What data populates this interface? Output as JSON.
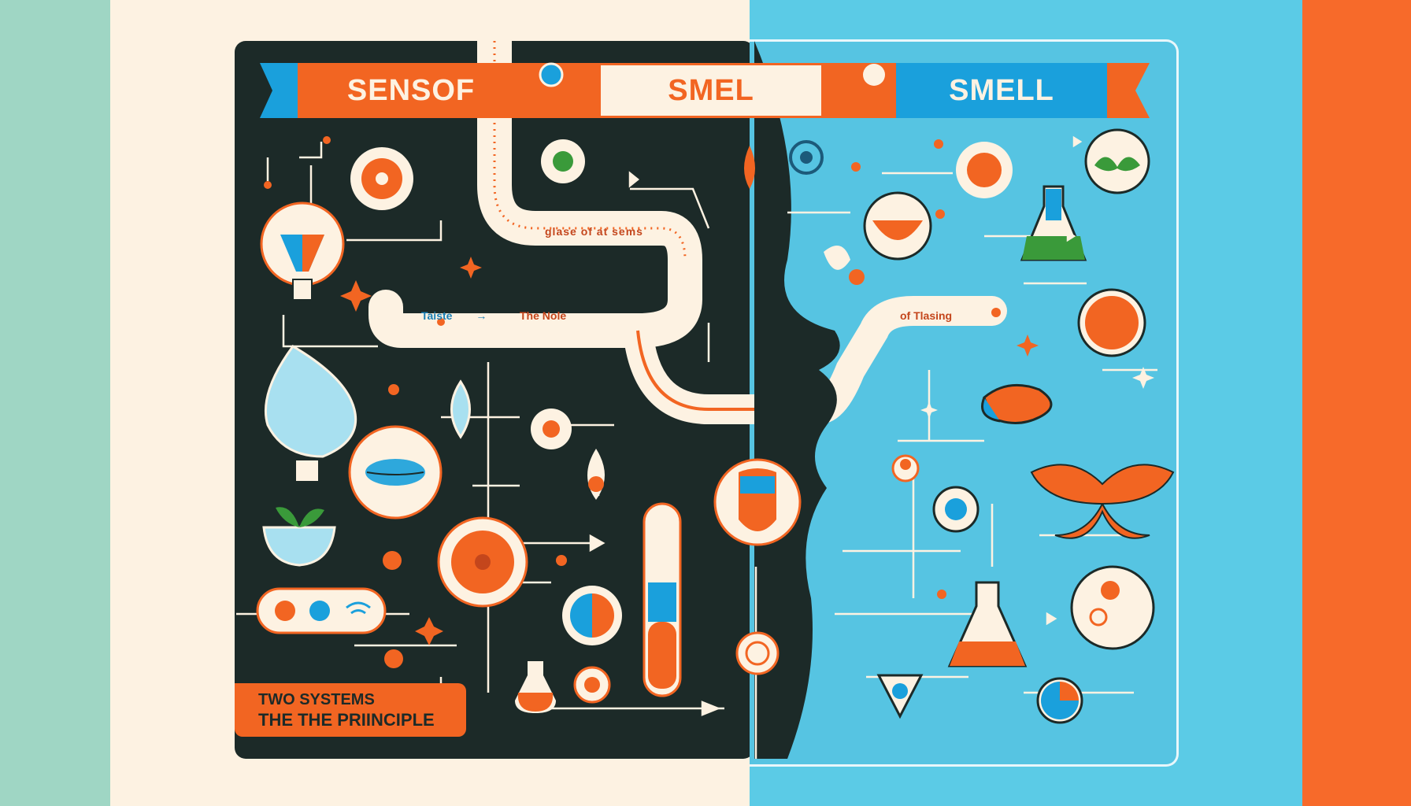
{
  "banners": {
    "left": "SENSOF",
    "middle": "SMEL",
    "right": "SMELL"
  },
  "labels": {
    "top_pill": "glase of at sems",
    "taste": "Taiste",
    "arrow_glyph": "→",
    "middle_pill": "The Nole",
    "right_pill": "of Tlasing"
  },
  "caption": {
    "line1": "TWO SYSTEMS",
    "line2": "THE THE PRIINCIPLE"
  },
  "colors": {
    "orange": "#f26522",
    "dark": "#1c2a28",
    "cream": "#fdf2e2",
    "blue": "#5bcbe6",
    "teal": "#9fd6c4"
  }
}
